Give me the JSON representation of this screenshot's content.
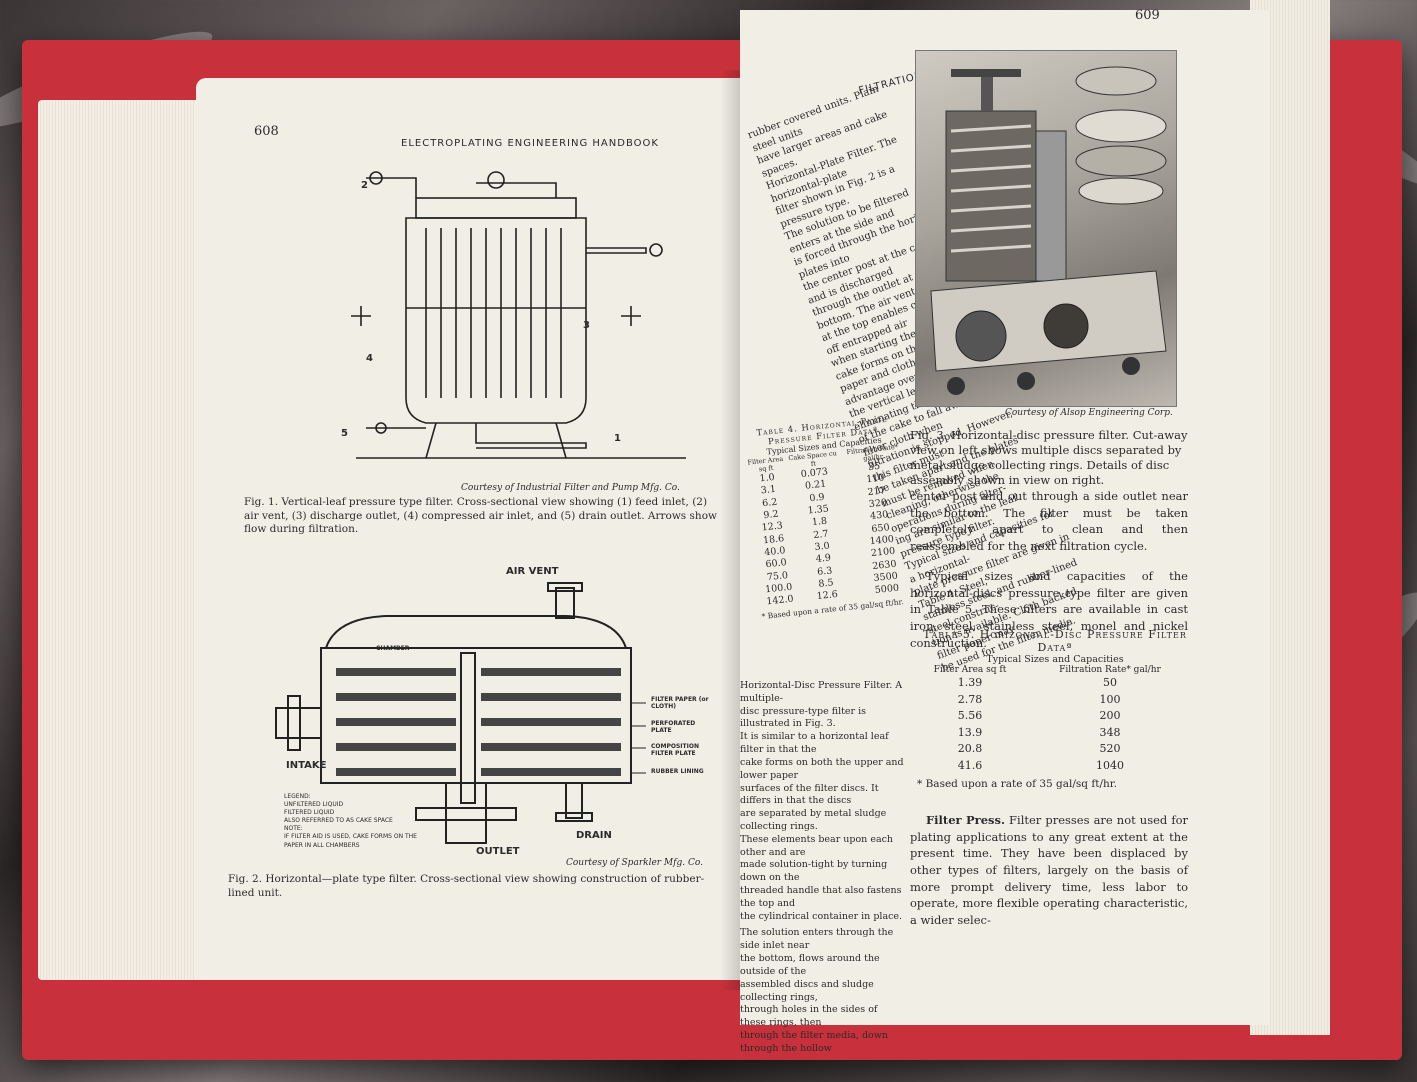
{
  "left_page": {
    "page_number": "608",
    "running_head": "ELECTROPLATING ENGINEERING HANDBOOK",
    "fig1": {
      "labels": [
        "2",
        "3",
        "4",
        "5",
        "1"
      ],
      "courtesy": "Courtesy of Industrial Filter and Pump Mfg. Co.",
      "caption": "Fig. 1. Vertical-leaf pressure type filter. Cross-sectional view showing (1) feed inlet, (2) air vent, (3) discharge outlet, (4) compressed air inlet, and (5) drain outlet. Arrows show flow during filtration."
    },
    "fig2": {
      "air_vent": "AIR VENT",
      "intake": "INTAKE",
      "outlet": "OUTLET",
      "drain": "DRAIN",
      "chamber": "CHAMBER",
      "callouts": [
        "FILTER PAPER (or CLOTH)",
        "PERFORATED PLATE",
        "COMPOSITION FILTER PLATE",
        "RUBBER LINING"
      ],
      "legend_title": "LEGEND:",
      "legend": [
        "UNFILTERED LIQUID",
        "FILTERED LIQUID",
        "ALSO REFERRED TO AS CAKE SPACE",
        "IF FILTER AID IS USED, CAKE FORMS ON THE PAPER IN ALL CHAMBERS"
      ],
      "note": "NOTE:",
      "courtesy": "Courtesy of Sparkler Mfg. Co.",
      "caption": "Fig. 2. Horizontal—plate type filter. Cross-sectional view showing construction of rubber-lined unit."
    }
  },
  "right_page": {
    "page_number": "609",
    "running_head": "FILTRATION",
    "col1_paragraph": [
      "rubber covered units. Plain steel units",
      "have larger areas and cake spaces.",
      "Horizontal-Plate Filter. The horizontal-plate",
      "filter shown in Fig. 2 is a pressure type.",
      "The solution to be filtered enters at the side and",
      "is forced through the horizontal plates into",
      "the center post at the center and is discharged",
      "through the outlet at the bottom. The air vent",
      "at the top enables one to bleed off entrapped air",
      "when starting the filter. The cake forms on the",
      "paper and cloth and this has the advantage over",
      "the vertical leaf filter of eliminating the tendency",
      "of the cake to fall away from the filter cloth when",
      "filtration is stopped. However, this filter must",
      "be taken apart and the plates must be removed when",
      "cleaning, otherwise the operations during filter-",
      "ing are similar to the leaf pressure type filter.",
      "Typical sizes and capacities for a horizontal-",
      "plate pressure filter are given in Table 4. Steel,",
      "stainless steel, and rubber-lined steel construc-",
      "tion is available. Cloth backed filter paper may",
      "be used for the filter media."
    ],
    "table4": {
      "title": "Table 4. Horizontal-Plate Pressure Filter Dataª",
      "subtitle": "Typical Sizes and Capacities",
      "headers": [
        "Filter Area sq ft",
        "Cake Space cu ft",
        "Filtration Rate* gal/hr"
      ],
      "rows": [
        [
          "1.0",
          "0.073",
          "35"
        ],
        [
          "3.1",
          "0.21",
          "110"
        ],
        [
          "6.2",
          "0.9",
          "217"
        ],
        [
          "9.2",
          "1.35",
          "320"
        ],
        [
          "12.3",
          "1.8",
          "430"
        ],
        [
          "18.6",
          "2.7",
          "650"
        ],
        [
          "40.0",
          "3.0",
          "1400"
        ],
        [
          "60.0",
          "4.9",
          "2100"
        ],
        [
          "75.0",
          "6.3",
          "2630"
        ],
        [
          "100.0",
          "8.5",
          "3500"
        ],
        [
          "142.0",
          "12.6",
          "5000"
        ]
      ],
      "footnote": "* Based upon a rate of 35 gal/sq ft/hr."
    },
    "col1_lower": [
      "Horizontal-Disc Pressure Filter. A multiple-",
      "disc pressure-type filter is illustrated in Fig. 3.",
      "It is similar to a horizontal leaf filter in that the",
      "cake forms on both the upper and lower paper",
      "surfaces of the filter discs. It differs in that the discs",
      "are separated by metal sludge collecting rings.",
      "These elements bear upon each other and are",
      "made solution-tight by turning down on the",
      "threaded handle that also fastens the top and",
      "the cylindrical container in place.",
      "The solution enters through the side inlet near",
      "the bottom, flows around the outside of the",
      "assembled discs and sludge collecting rings,",
      "through holes in the sides of these rings, then",
      "through the filter media, down through the hollow"
    ],
    "fig3": {
      "courtesy": "Courtesy of Alsop Engineering Corp.",
      "caption": "Fig. 3. Horizontal-disc pressure filter. Cut-away view on left shows multiple discs separated by metal sludge collecting rings. Details of disc assembly shown in view on right."
    },
    "col2_para1": "center post and out through a side outlet near the bottom. The filter must be taken completely apart to clean and then reassembled for the next filtration cycle.",
    "col2_para2": "Typical sizes and capacities of the horizontal-discs pressure type filter are given in Table 5. These filters are available in cast iron, steel, stainless steel, monel and nickel construction.",
    "table5": {
      "title": "Table 5. Horizontal-Disc Pressure Filter Dataª",
      "subtitle": "Typical Sizes and Capacities",
      "headers": [
        "Filter Area sq ft",
        "Filtration Rate* gal/hr"
      ],
      "rows": [
        [
          "1.39",
          "50"
        ],
        [
          "2.78",
          "100"
        ],
        [
          "5.56",
          "200"
        ],
        [
          "13.9",
          "348"
        ],
        [
          "20.8",
          "520"
        ],
        [
          "41.6",
          "1040"
        ]
      ],
      "footnote": "* Based upon a rate of 35 gal/sq ft/hr."
    },
    "filter_press_title": "Filter Press.",
    "filter_press_text": "Filter presses are not used for plating applications to any great extent at the present time. They have been displaced by other types of filters, largely on the basis of more prompt delivery time, less labor to operate, more flexible operating characteristic, a wider selec-"
  }
}
